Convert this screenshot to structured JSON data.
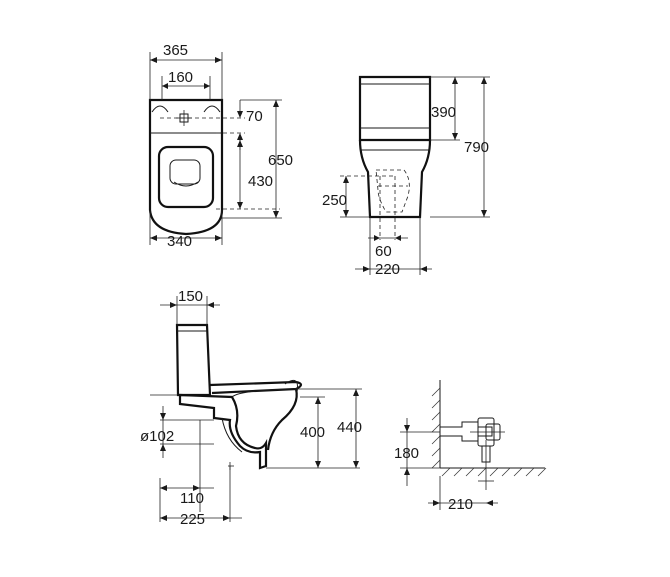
{
  "dimensions": {
    "top_view": {
      "width_overall": "365",
      "hole_spacing": "160",
      "hole_offset": "70",
      "bowl_length": "430",
      "overall_length": "650",
      "bowl_width": "340"
    },
    "front_view": {
      "tank_height": "390",
      "overall_height": "790",
      "outlet_height": "250",
      "outlet_width": "60",
      "base_width": "220"
    },
    "side_view": {
      "tank_offset": "150",
      "outlet_diameter": "ø102",
      "seat_height_inner": "400",
      "seat_height": "440",
      "outlet_offset": "110",
      "base_offset": "225"
    },
    "detail_view": {
      "outlet_height": "180",
      "wall_offset": "210"
    }
  }
}
